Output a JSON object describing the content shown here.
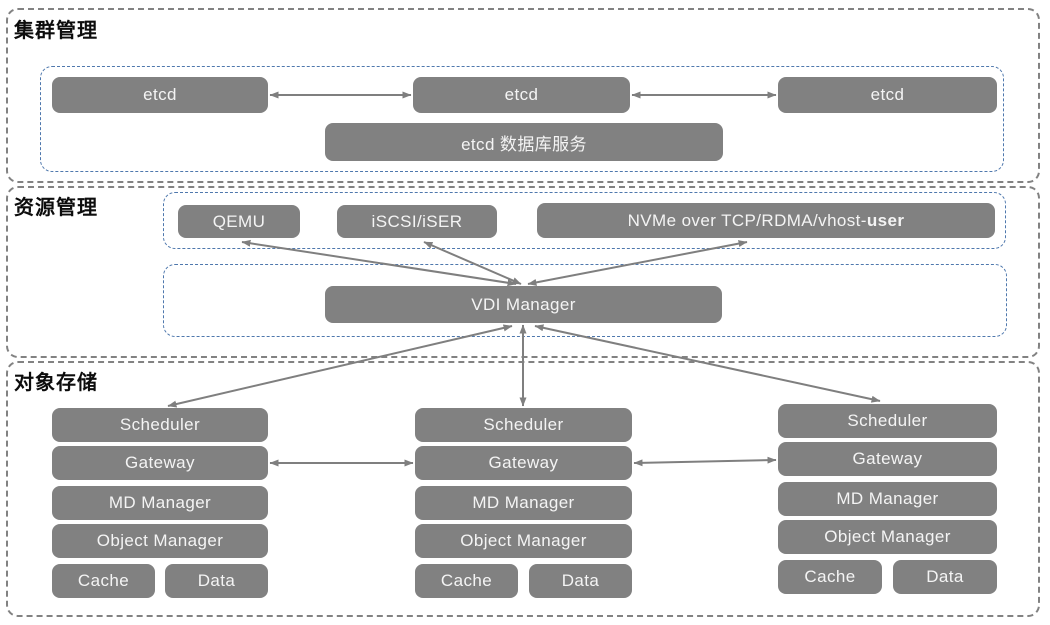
{
  "colors": {
    "box_gray": "#818181",
    "accent_blue": "#4f78ad",
    "border_gray": "#828282",
    "arrow_gray": "#7f7f7f",
    "box_text": "#f4f4f4",
    "title_text": "#0d0d0d"
  },
  "sections": {
    "cluster": {
      "title": "集群管理"
    },
    "resource": {
      "title": "资源管理"
    },
    "storage": {
      "title": "对象存储"
    }
  },
  "cluster": {
    "etcd1": "etcd",
    "etcd2": "etcd",
    "etcd3": "etcd",
    "db_service": "etcd 数据库服务"
  },
  "resource": {
    "qemu": "QEMU",
    "iscsi": "iSCSI/iSER",
    "nvme_prefix": "NVMe over TCP/RDMA/vhost-",
    "nvme_bold": "user",
    "vdi": "VDI Manager"
  },
  "storage": {
    "stacks": [
      {
        "scheduler": "Scheduler",
        "gateway": "Gateway",
        "md": "MD Manager",
        "object": "Object Manager",
        "cache": "Cache",
        "data": "Data"
      },
      {
        "scheduler": "Scheduler",
        "gateway": "Gateway",
        "md": "MD Manager",
        "object": "Object Manager",
        "cache": "Cache",
        "data": "Data"
      },
      {
        "scheduler": "Scheduler",
        "gateway": "Gateway",
        "md": "MD Manager",
        "object": "Object Manager",
        "cache": "Cache",
        "data": "Data"
      }
    ]
  }
}
